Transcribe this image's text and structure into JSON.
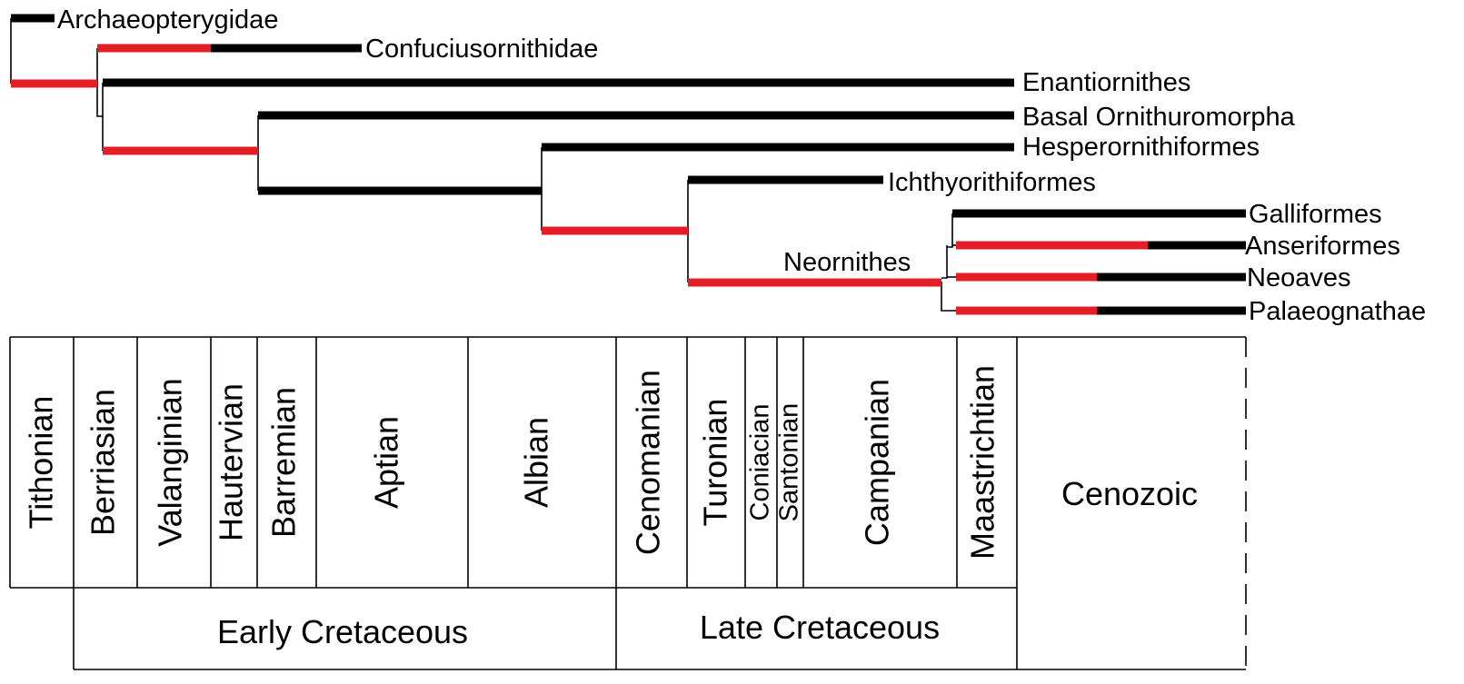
{
  "colors": {
    "ghost_lineage": "#e31e24",
    "observed_range": "#000000",
    "background": "#ffffff",
    "frame": "#000000"
  },
  "phylogeny": {
    "taxa": [
      "Archaeopterygidae",
      "Confuciusornithidae",
      "Enantiornithes",
      "Basal Ornithuromorpha",
      "Hesperornithiformes",
      "Ichthyorithiformes",
      "Galliformes",
      "Anseriformes",
      "Neoaves",
      "Palaeognathae"
    ],
    "clade_labels": {
      "neornithes": "Neornithes"
    }
  },
  "timescale": {
    "stages": [
      "Tithonian",
      "Berriasian",
      "Valanginian",
      "Hautervian",
      "Barremian",
      "Aptian",
      "Albian",
      "Cenomanian",
      "Turonian",
      "Coniacian",
      "Santonian",
      "Campanian",
      "Maastrichtian"
    ],
    "epochs": [
      "Early Cretaceous",
      "Late Cretaceous"
    ],
    "era": "Cenozoic"
  }
}
